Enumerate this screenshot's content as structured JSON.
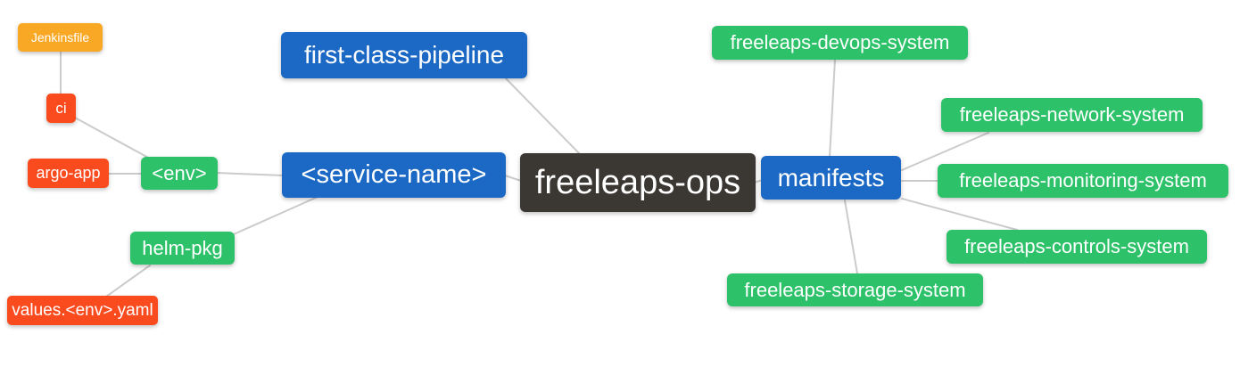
{
  "diagram": {
    "type": "mindmap",
    "root": "freeleaps-ops",
    "colors": {
      "root_bg": "#3b3834",
      "branch_blue_bg": "#1c69c5",
      "leaf_green_bg": "#2dc269",
      "leaf_red_bg": "#fa4b1e",
      "leaf_orange_bg": "#f9a825",
      "edge": "#cbcbcb",
      "text": "#ffffff",
      "background": "#ffffff"
    },
    "nodes": {
      "freeleaps_ops": {
        "label": "freeleaps-ops",
        "color": "#3b3834"
      },
      "first_class_pipeline": {
        "label": "first-class-pipeline",
        "color": "#1c69c5"
      },
      "service_name": {
        "label": "<service-name>",
        "color": "#1c69c5"
      },
      "manifests": {
        "label": "manifests",
        "color": "#1c69c5"
      },
      "env": {
        "label": "<env>",
        "color": "#2dc269"
      },
      "helm_pkg": {
        "label": "helm-pkg",
        "color": "#2dc269"
      },
      "ci": {
        "label": "ci",
        "color": "#fa4b1e"
      },
      "argo_app": {
        "label": "argo-app",
        "color": "#fa4b1e"
      },
      "values_env_yaml": {
        "label": "values.<env>.yaml",
        "color": "#fa4b1e"
      },
      "jenkinsfile": {
        "label": "Jenkinsfile",
        "color": "#f9a825"
      },
      "devops_system": {
        "label": "freeleaps-devops-system",
        "color": "#2dc269"
      },
      "network_system": {
        "label": "freeleaps-network-system",
        "color": "#2dc269"
      },
      "monitoring_system": {
        "label": "freeleaps-monitoring-system",
        "color": "#2dc269"
      },
      "controls_system": {
        "label": "freeleaps-controls-system",
        "color": "#2dc269"
      },
      "storage_system": {
        "label": "freeleaps-storage-system",
        "color": "#2dc269"
      }
    },
    "edges": [
      {
        "from": "Jenkinsfile",
        "to": "ci"
      },
      {
        "from": "ci",
        "to": "<env>"
      },
      {
        "from": "argo-app",
        "to": "<env>"
      },
      {
        "from": "<env>",
        "to": "<service-name>"
      },
      {
        "from": "helm-pkg",
        "to": "<service-name>"
      },
      {
        "from": "values.<env>.yaml",
        "to": "helm-pkg"
      },
      {
        "from": "first-class-pipeline",
        "to": "freeleaps-ops"
      },
      {
        "from": "<service-name>",
        "to": "freeleaps-ops"
      },
      {
        "from": "manifests",
        "to": "freeleaps-ops"
      },
      {
        "from": "freeleaps-devops-system",
        "to": "manifests"
      },
      {
        "from": "freeleaps-network-system",
        "to": "manifests"
      },
      {
        "from": "freeleaps-monitoring-system",
        "to": "manifests"
      },
      {
        "from": "freeleaps-controls-system",
        "to": "manifests"
      },
      {
        "from": "freeleaps-storage-system",
        "to": "manifests"
      }
    ]
  }
}
